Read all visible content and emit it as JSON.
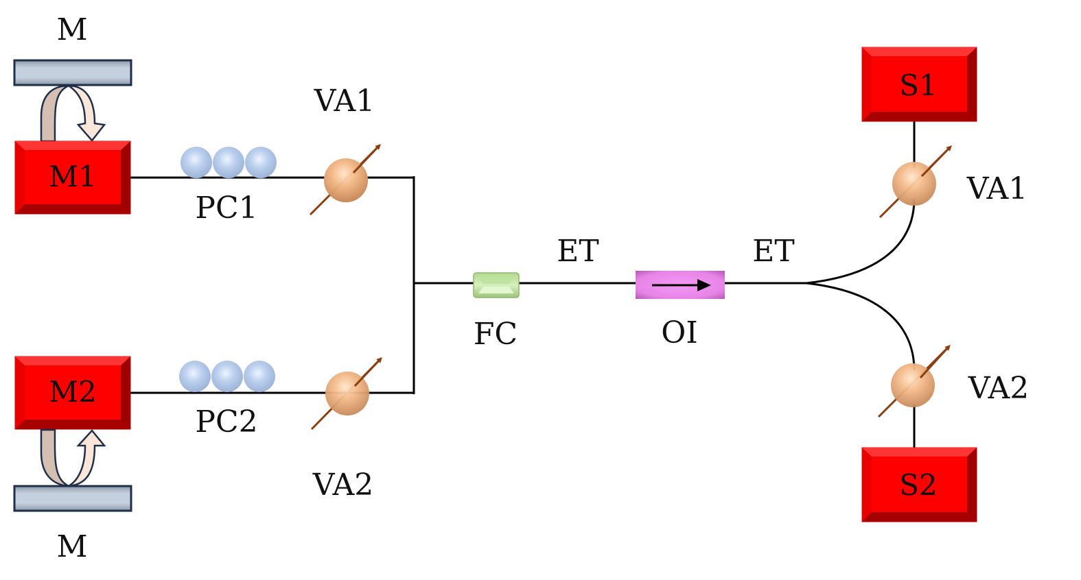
{
  "diagram": {
    "title": "Optical setup: two lasers combined through fiber coupler and optical isolator, then split to two receivers",
    "colors": {
      "laser_box": "#ff0000",
      "mirror": "#c3cedd",
      "polarization_controller": "#b8cbe8",
      "attenuator_ball": "#f2b98a",
      "attenuator_arrow": "#8b3e0f",
      "fiber_coupler": "#c5e6a6",
      "isolator": "#ee82ee",
      "fiber": "#000000"
    },
    "left": {
      "mirror_top_label": "M",
      "mirror_bottom_label": "M",
      "laser1_label": "M1",
      "laser2_label": "M2",
      "pc1_label": "PC1",
      "pc2_label": "PC2",
      "va1_label": "VA1",
      "va2_label": "VA2"
    },
    "center": {
      "fc_label": "FC",
      "et_label_1": "ET",
      "oi_label": "OI",
      "et_label_2": "ET"
    },
    "right": {
      "s1_label": "S1",
      "s2_label": "S2",
      "va1_label": "VA1",
      "va2_label": "VA2"
    }
  }
}
